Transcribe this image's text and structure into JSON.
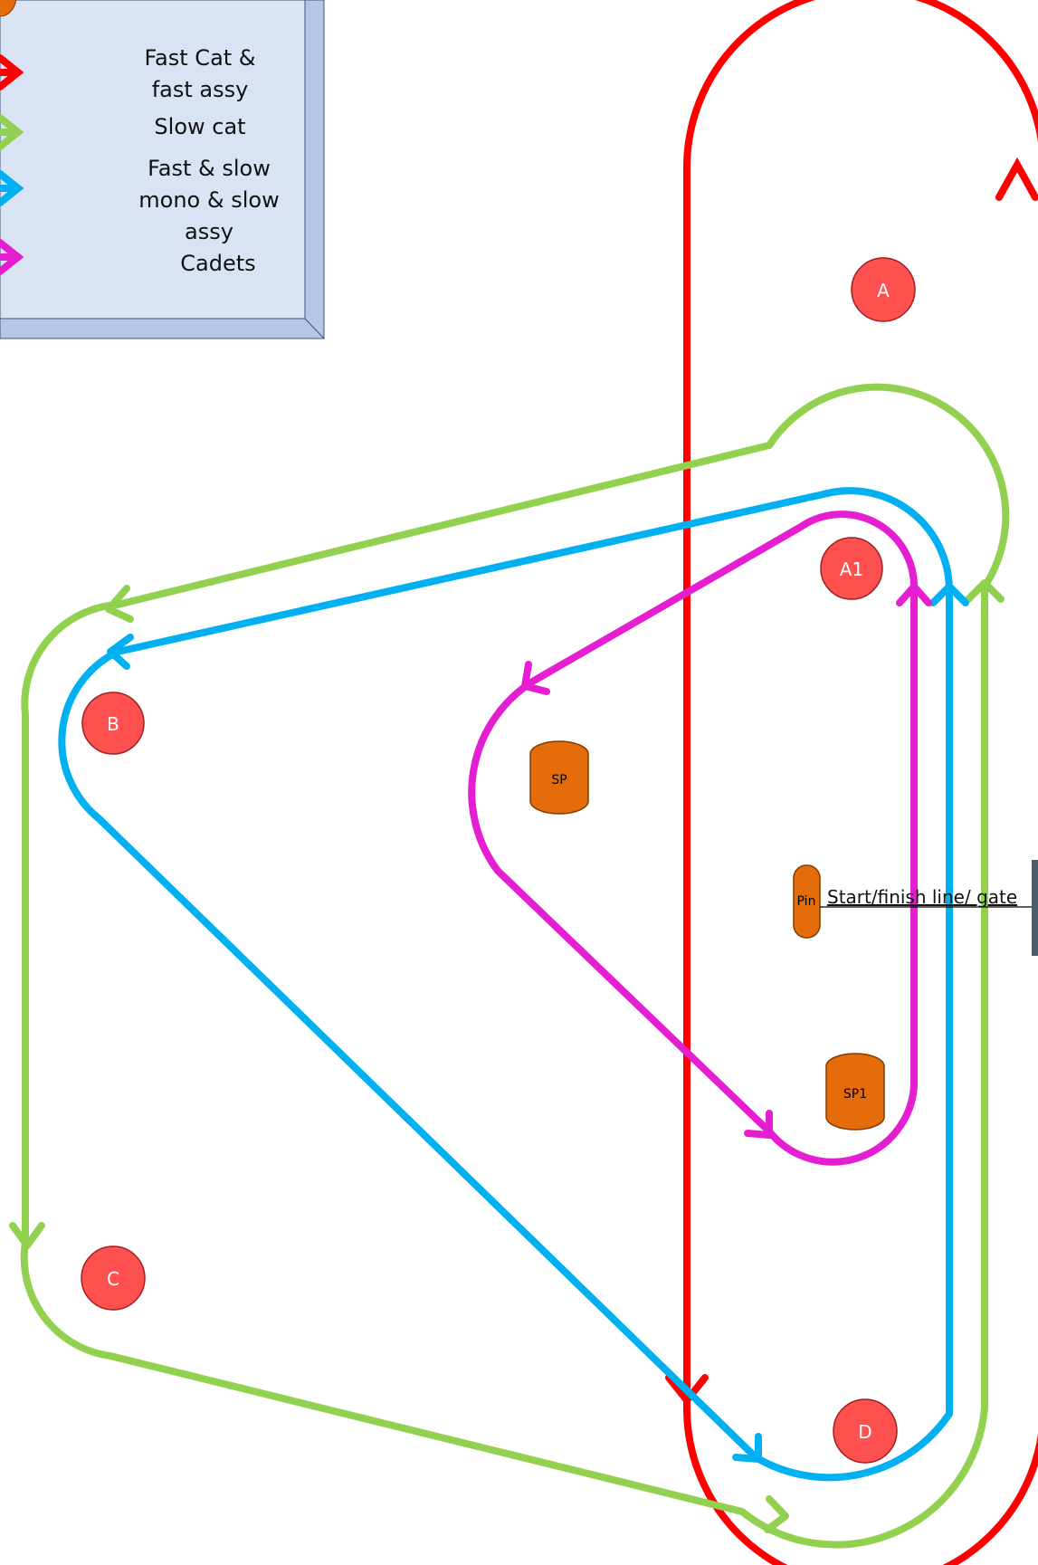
{
  "legend": {
    "entries": [
      {
        "lines": [
          "Fast Cat &",
          "fast assy"
        ],
        "color": "#ff0000"
      },
      {
        "lines": [
          "Slow cat"
        ],
        "color": "#92d050"
      },
      {
        "lines": [
          "Fast & slow",
          "mono & slow",
          "assy"
        ],
        "color": "#00b0f0"
      },
      {
        "lines": [
          "Cadets"
        ],
        "color": "#e61ed2"
      }
    ],
    "panel_fill": "#dae3f3",
    "bevel_fill": "#b4c7e7",
    "buoy_color": "#e46c0a"
  },
  "marks": [
    {
      "id": "A",
      "label": "A"
    },
    {
      "id": "A1",
      "label": "A1"
    },
    {
      "id": "B",
      "label": "B"
    },
    {
      "id": "C",
      "label": "C"
    },
    {
      "id": "D",
      "label": "D"
    }
  ],
  "mark_fill": "#ff5050",
  "buoys": [
    {
      "id": "SP",
      "label": "SP"
    },
    {
      "id": "SP1",
      "label": "SP1"
    },
    {
      "id": "Pin",
      "label": "Pin"
    }
  ],
  "start_line": {
    "label": "Start/finish line/ gate"
  },
  "course_colors": {
    "fast_cat": "#ff0000",
    "slow_cat": "#92d050",
    "mono": "#00b0f0",
    "cadets": "#e61ed2"
  }
}
